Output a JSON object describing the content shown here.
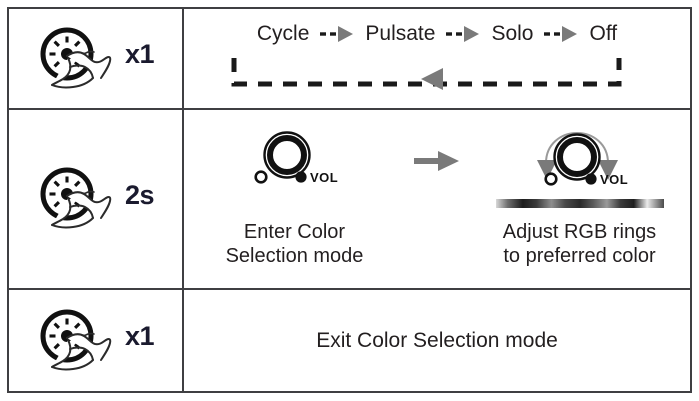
{
  "table": {
    "rows": [
      {
        "gesture": {
          "icon": "brightness-button-tap-icon",
          "label": "x1"
        },
        "content": {
          "type": "mode-flow",
          "nodes": [
            "Cycle",
            "Pulsate",
            "Solo",
            "Off"
          ],
          "arrow_icon": "dashed-arrow-right-icon",
          "loop_icon": "dashed-loop-arrow-left-icon",
          "loop_direction": "left"
        }
      },
      {
        "gesture": {
          "icon": "brightness-button-press-hold-icon",
          "label": "2s"
        },
        "content": {
          "type": "color-selection-steps",
          "step_arrow_icon": "arrow-right-icon",
          "steps": [
            {
              "icon": "volume-knob-icon",
              "knob_label": "VOL",
              "caption_line_1": "Enter Color",
              "caption_line_2": "Selection mode",
              "has_gradient": false
            },
            {
              "icon": "volume-knob-rotate-icon",
              "knob_label": "VOL",
              "caption_line_1": "Adjust RGB rings",
              "caption_line_2": "to preferred color",
              "has_gradient": true,
              "gradient_name": "rgb-spectrum-bar"
            }
          ]
        }
      },
      {
        "gesture": {
          "icon": "brightness-button-tap-icon",
          "label": "x1"
        },
        "content": {
          "type": "text",
          "caption": "Exit Color Selection mode"
        }
      }
    ]
  },
  "colors": {
    "border": "#3f3f42",
    "text": "#231f20",
    "label": "#1a1a2e",
    "arrow_gray": "#7a7a7a",
    "dash_black": "#1a1a1a",
    "background": "#ffffff"
  }
}
